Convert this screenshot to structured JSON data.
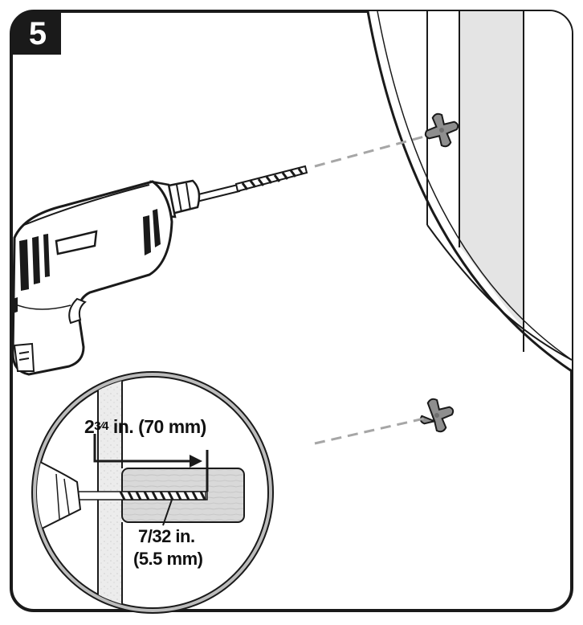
{
  "step": {
    "number": "5"
  },
  "dimensions": {
    "depth_whole": "2",
    "depth_fraction": "3⁄4",
    "depth_rest": " in. (70 mm)",
    "bit_size_imperial": "7/32 in.",
    "bit_size_metric": "(5.5 mm)"
  },
  "colors": {
    "outline": "#1a1a1a",
    "wall_band": "#e4e4e4",
    "wood": "#d9d9d9",
    "anchor": "#8e8e8e",
    "dash": "#a6a6a6",
    "badge": "#1a1a1a"
  },
  "icons": {
    "drill": "power-drill-icon",
    "anchor": "wall-anchor-icon"
  }
}
